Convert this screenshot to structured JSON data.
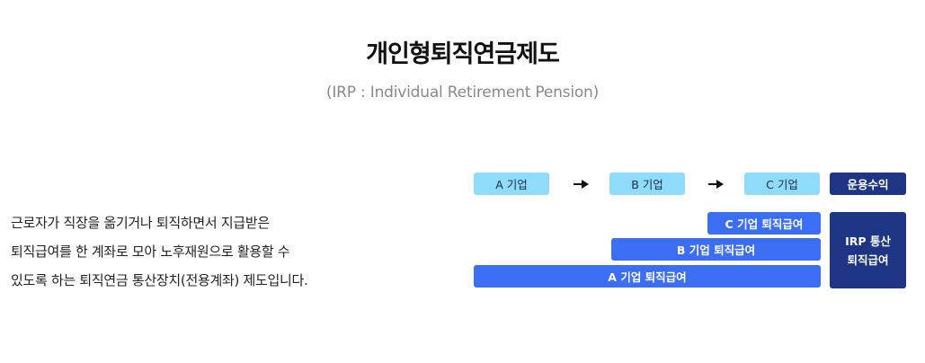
{
  "header": {
    "title": "개인형퇴직연금제도",
    "subtitle": "(IRP : Individual Retirement Pension)"
  },
  "description": {
    "lines": [
      "근로자가 직장을 옮기거나 퇴직하면서 지급받은",
      "퇴직급여를 한 계좌로 모아 노후재원으로 활용할 수",
      "있도록 하는 퇴직연금 통산장치(전용계좌) 제도입니다."
    ]
  },
  "diagram": {
    "companies": [
      "A 기업",
      "B 기업",
      "C 기업"
    ],
    "investment_earnings": "운용수익",
    "retirement_benefits": [
      "C 기업 퇴직급여",
      "B 기업 퇴직급여",
      "A 기업 퇴직급여"
    ],
    "irp_box": {
      "line1": "IRP 통산",
      "line2": "퇴직급여"
    },
    "colors": {
      "company_box": "#8fdcfa",
      "benefit_bar": "#3b6ef2",
      "dark_box": "#1d3584"
    },
    "arrow_icon": "right-arrow-icon"
  }
}
